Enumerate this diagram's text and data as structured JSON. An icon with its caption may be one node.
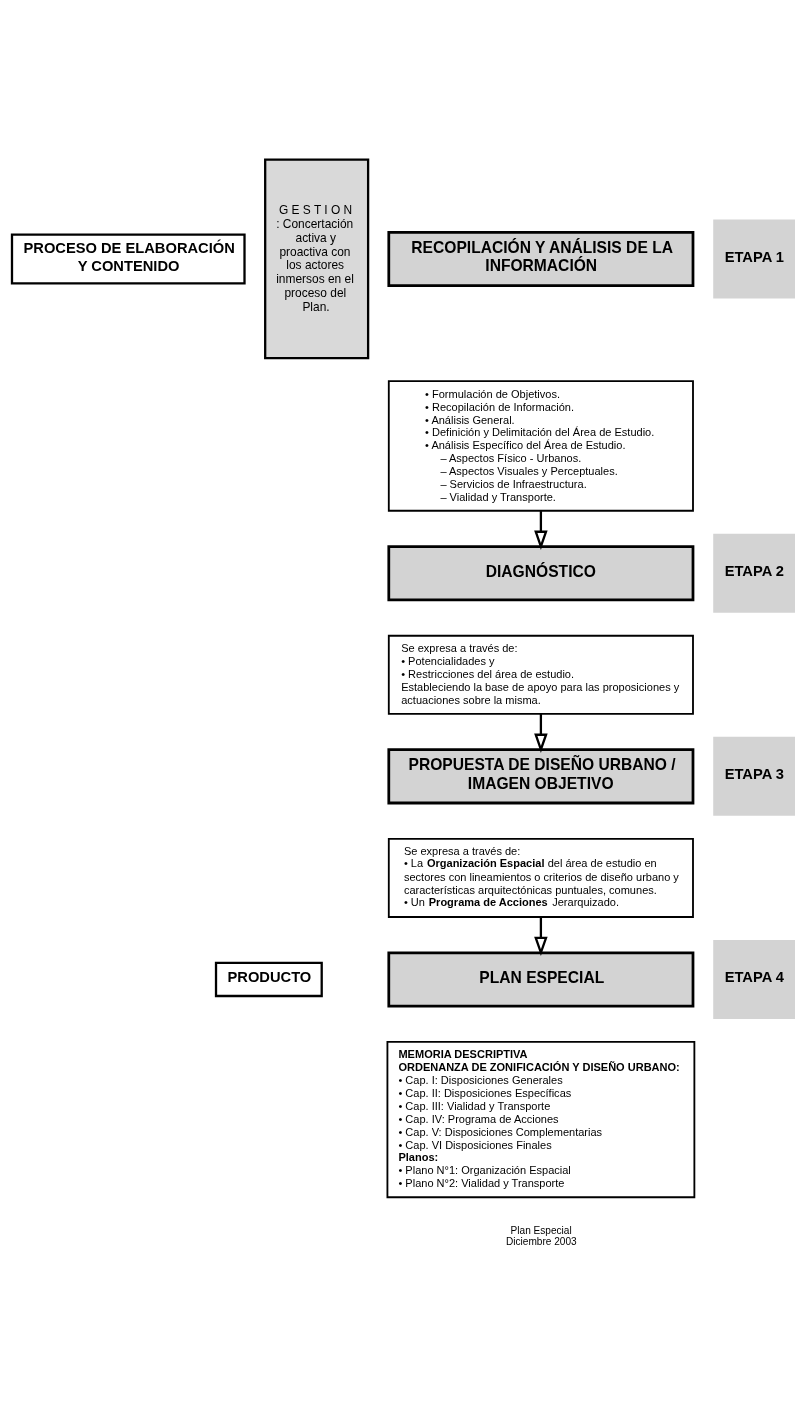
{
  "diagram": {
    "nodes": [
      {
        "text": [
          "PROCESO DE ELABORACIÓN Y CONTENIDO"
        ]
      },
      {
        "text": [
          "PRODUCTO"
        ]
      },
      {
        "text": [
          "G E S T I O N : Concertación activa y proactiva con los actores inmersos en el proceso del Plan."
        ]
      },
      {
        "text": [
          "RECOPILACIÓN Y ANÁLISIS DE LA INFORMACIÓN"
        ]
      },
      {
        "text": [
          "• Formulación de Objetivos.",
          "• Recopilación de Información.",
          "• Análisis General.",
          "• Definición y Delimitación del Área de Estudio.",
          "• Análisis Específico del Área de Estudio.",
          "– Aspectos Físico - Urbanos.",
          "– Aspectos Visuales y Perceptuales.",
          "– Servicios de Infraestructura.",
          "– Vialidad y Transporte."
        ]
      },
      {
        "text": [
          "ETAPA 1"
        ]
      },
      {
        "text": [
          "DIAGNÓSTICO"
        ]
      },
      {
        "text": [
          "Se expresa a través de:",
          "• Potencialidades y",
          "• Restricciones del área de estudio.",
          "Estableciendo la base de apoyo para las proposiciones y actuaciones sobre la misma."
        ]
      },
      {
        "text": [
          "ETAPA 2"
        ]
      },
      {
        "text": [
          "PROPUESTA DE DISEÑO URBANO / IMAGEN OBJETIVO"
        ]
      },
      {
        "text": [
          "Se expresa a través de:",
          "• La **Organización Espacial** del área de estudio en sectores con lineamientos o criterios de diseño urbano y características arquitectónicas puntuales, comunes.",
          "• Un **Programa de Acciones** Jerarquizado."
        ]
      },
      {
        "text": [
          "ETAPA 3"
        ]
      },
      {
        "text": [
          "PLAN ESPECIAL"
        ]
      },
      {
        "text": [
          "**MEMORIA DESCRIPTIVA**",
          "**ORDENANZA DE ZONIFICACIÓN Y DISEÑO URBANO:**",
          "• Cap. I: Disposiciones Generales",
          "• Cap. II: Disposiciones Específicas",
          "• Cap. III: Vialidad y Transporte",
          "• Cap. IV: Programa de Acciones",
          "• Cap. V: Disposiciones Complementarias",
          "• Cap. VI Disposiciones Finales",
          "**Planos:**",
          "• Plano N°1: Organización Espacial",
          "• Plano N°2: Vialidad y Transporte"
        ]
      },
      {
        "text": [
          "ETAPA 4"
        ]
      }
    ],
    "edges": [
      {
        "from": 4,
        "to": 6,
        "arrow": "to"
      },
      {
        "from": 7,
        "to": 9,
        "arrow": "to"
      },
      {
        "from": 10,
        "to": 12,
        "arrow": "to"
      }
    ],
    "labels": [
      "Plan Especial Diciembre 2003"
    ]
  }
}
